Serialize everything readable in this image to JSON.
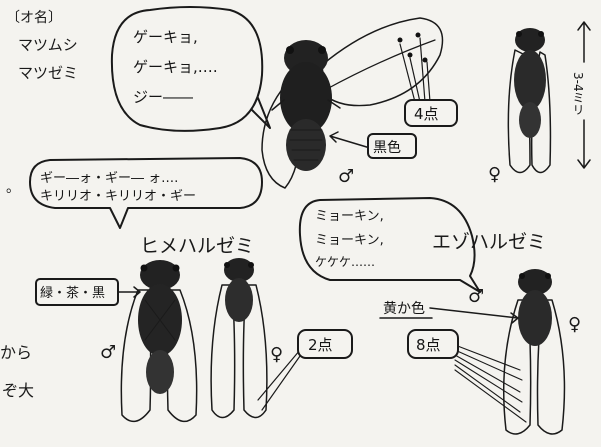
{
  "species_names": {
    "bracket_label": "〔オ名〕",
    "name_1": "マツムシ",
    "name_2": "マツゼミ"
  },
  "hime_haruzemi": {
    "title": "ヒメハルゼミ"
  },
  "ezo_haruzemi": {
    "title": "エゾハルゼミ"
  },
  "bubble_matsuzemi": {
    "line_1": "ゲーキョ,",
    "line_2": "ゲーキョ,‥‥",
    "line_3": "ジー――"
  },
  "bubble_hime": {
    "line_1": "ギー―ォ・ギー― ォ‥‥",
    "line_2": "キリリオ・キリリオ・ギー"
  },
  "bubble_ezo": {
    "line_1": "ミョーキン,",
    "line_2": "ミョーキン,",
    "line_3": "ケケケ‥‥‥"
  },
  "labels": {
    "spots_4": "4点",
    "color_black": "黒色",
    "color_green_brown_black": "緑・茶・黒",
    "spots_2": "2点",
    "color_yellowish": "黄か色",
    "spots_8": "8点",
    "size_vertical": "3‑4ミリ"
  },
  "sex_marks": {
    "male_1": "♂",
    "female_1": "♀",
    "male_2": "♂",
    "female_2": "♀",
    "male_3": "♂",
    "female_3": "♀"
  },
  "stray_text": {
    "dot": "。",
    "kara": "から",
    "dai": "ぞ大"
  }
}
